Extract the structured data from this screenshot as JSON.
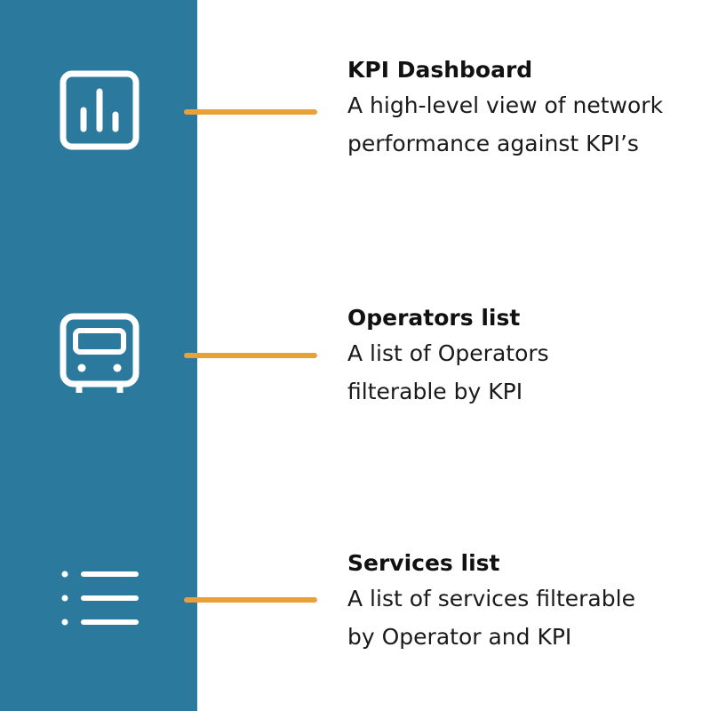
{
  "colors": {
    "sidebar": "#2b7a9e",
    "connector": "#e8a039",
    "icon": "#ffffff"
  },
  "items": [
    {
      "icon": "bar-chart-icon",
      "title": "KPI Dashboard",
      "desc_line1": "A high-level view of network",
      "desc_line2": "performance against KPI’s"
    },
    {
      "icon": "bus-icon",
      "title": "Operators list",
      "desc_line1": "A list of Operators",
      "desc_line2": "filterable by KPI"
    },
    {
      "icon": "list-icon",
      "title": "Services list",
      "desc_line1": "A list of services filterable",
      "desc_line2": "by Operator and KPI"
    }
  ]
}
